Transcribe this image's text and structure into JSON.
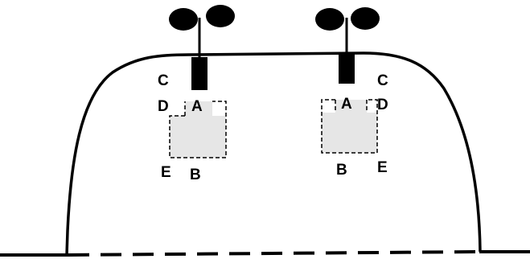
{
  "colors": {
    "stroke": "#000000",
    "root_zone_fill": "#e6e6e6",
    "background": "#ffffff"
  },
  "left_plant": {
    "labels": {
      "A": "A",
      "B": "B",
      "C": "C",
      "D": "D",
      "E": "E"
    }
  },
  "right_plant": {
    "labels": {
      "A": "A",
      "B": "B",
      "C": "C",
      "D": "D",
      "E": "E"
    }
  }
}
